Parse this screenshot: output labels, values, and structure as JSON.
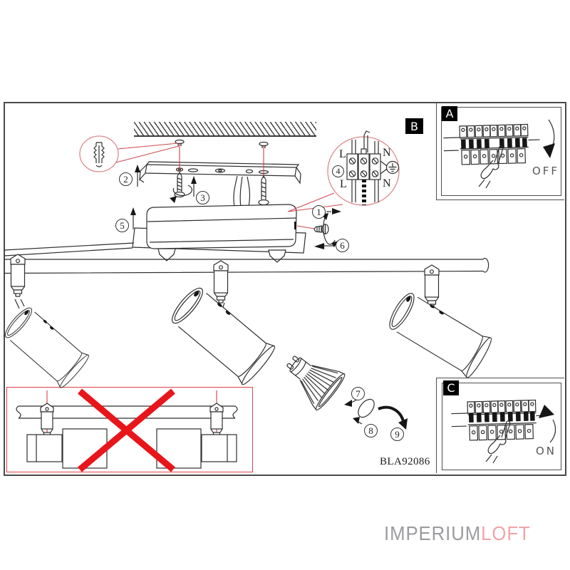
{
  "figure": {
    "type": "installation-instruction-diagram",
    "model": "BLA92086"
  },
  "steps": {
    "s1": "1",
    "s2": "2",
    "s3": "3",
    "s4": "4",
    "s5": "5",
    "s6": "6",
    "s7": "7",
    "s8": "8",
    "s9": "9"
  },
  "terminal": {
    "l_top": "L",
    "n_top": "N",
    "l_bottom": "L",
    "n_bottom": "N"
  },
  "insets": {
    "a": {
      "label": "A",
      "switch_state": "OFF"
    },
    "b": {
      "label": "B"
    },
    "c": {
      "label": "C",
      "switch_state": "ON"
    }
  },
  "logo": {
    "primary": "IMPERIUM",
    "secondary": "LOFT"
  },
  "icons": {
    "earth_ground": "⏚",
    "pointing_hand": "☛",
    "arrow_up": "↑",
    "curved_arrow": "↷",
    "wall_plug": "dowel",
    "prohibited_cross": "✕"
  },
  "colors": {
    "line": "#2e2e2e",
    "border": "#4a4a4a",
    "cross_red": "#e8151a",
    "callout_pink": "#dd8a8d",
    "alignment_red": "#cf4a4f",
    "badge_bg": "#000000",
    "badge_fg": "#ffffff",
    "switch_text": "#585858",
    "logo_gray": "#9c9ca0",
    "logo_pink": "#f1a4a7"
  }
}
